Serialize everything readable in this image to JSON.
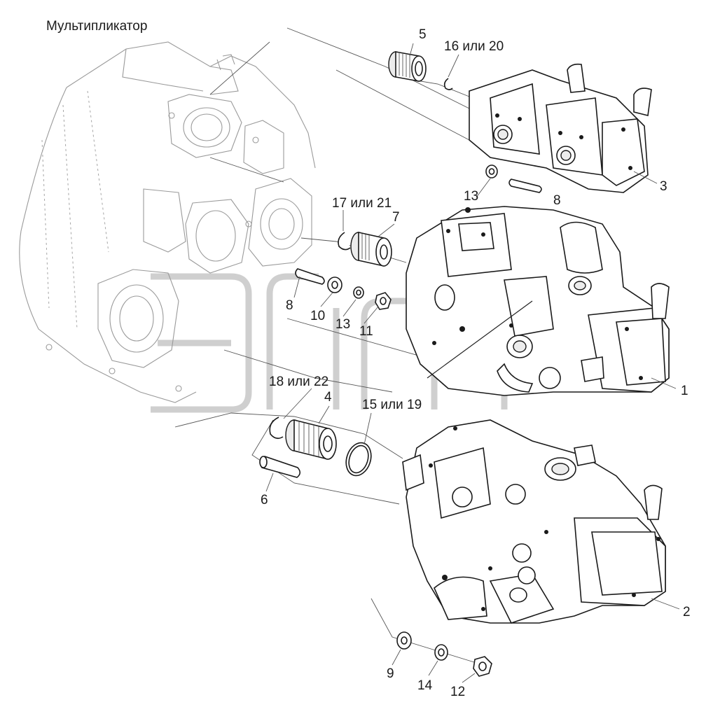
{
  "title": "Мультипликатор",
  "callouts": {
    "c1": "1",
    "c2": "2",
    "c3": "3",
    "c4": "4",
    "c5": "5",
    "c6": "6",
    "c7": "7",
    "c8a": "8",
    "c8b": "8",
    "c9": "9",
    "c10": "10",
    "c11": "11",
    "c12": "12",
    "c13a": "13",
    "c13b": "13",
    "c14": "14",
    "c15": "15 или 19",
    "c16": "16 или 20",
    "c17": "17 или 21",
    "c18": "18 или 22"
  }
}
